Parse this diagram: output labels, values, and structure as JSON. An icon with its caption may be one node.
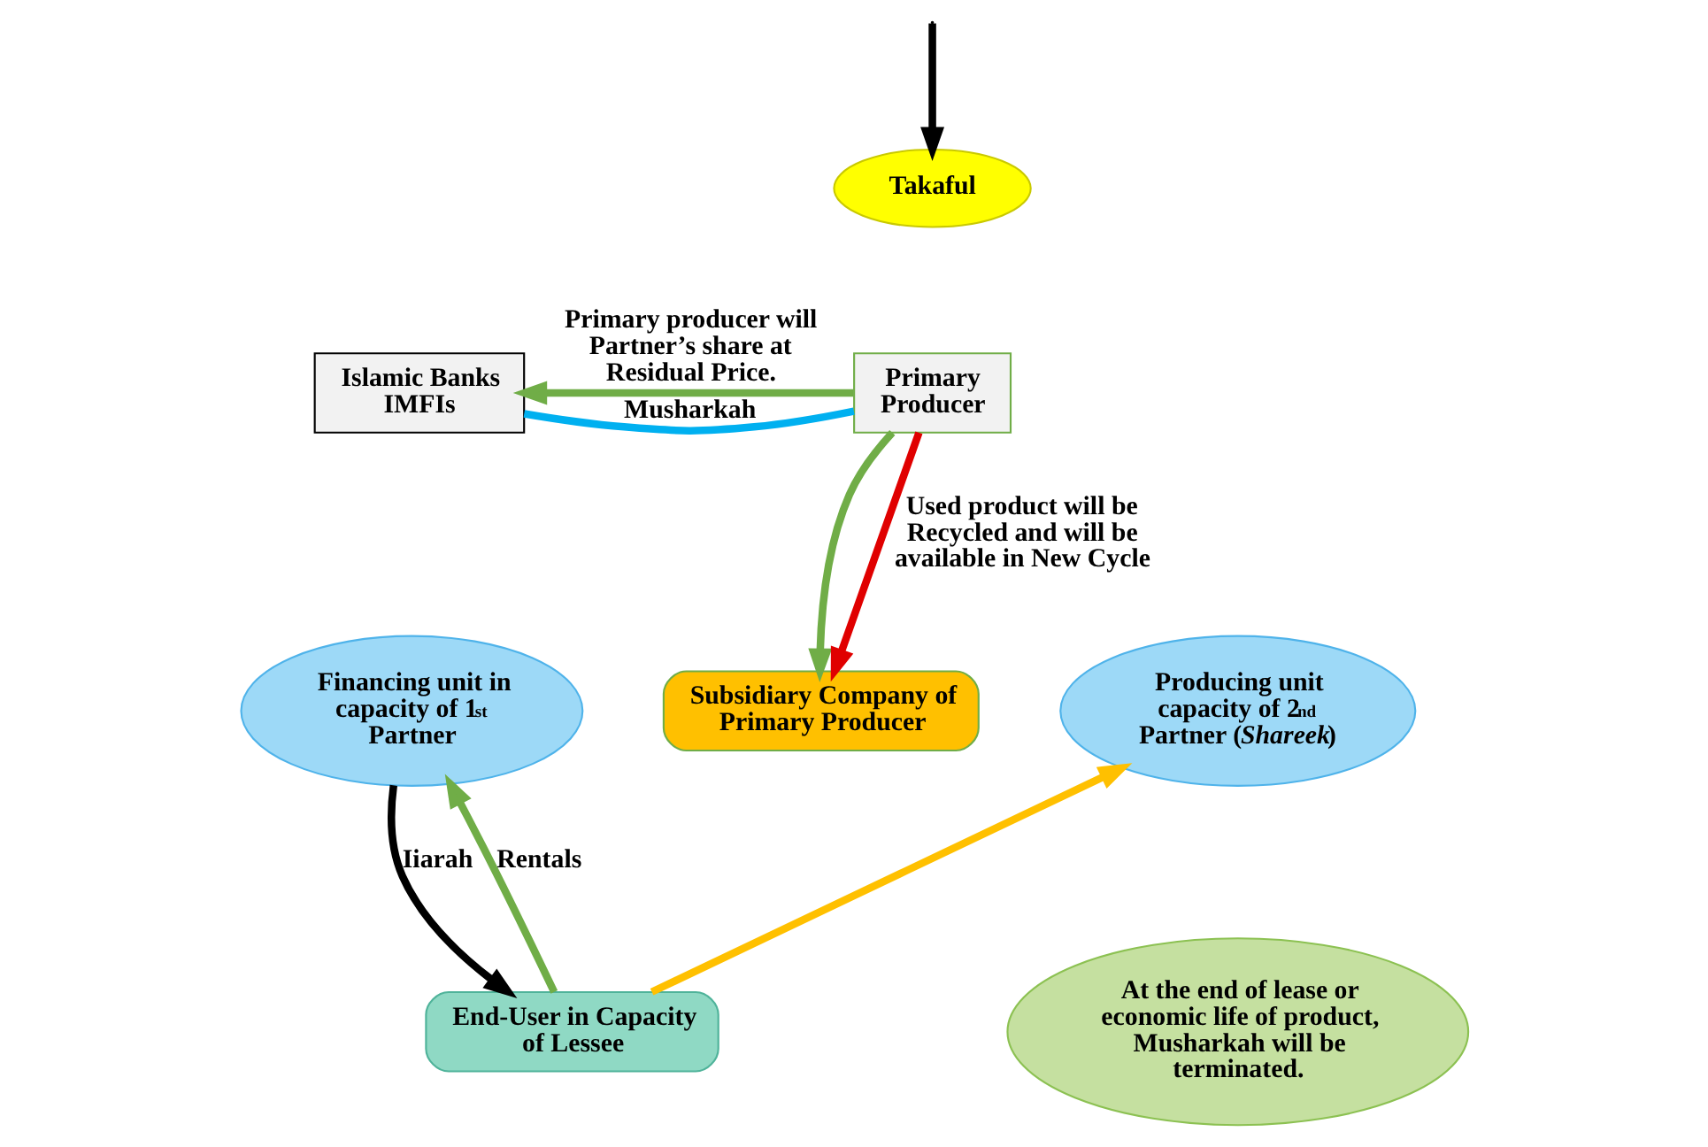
{
  "diagram": {
    "nodes": [
      {
        "text": [
          "Islamic Banks",
          "IMFIs"
        ]
      },
      {
        "text": [
          "Primary Producer"
        ]
      },
      {
        "text": [
          "Takaful"
        ]
      },
      {
        "text": [
          "Subsidiary Company of Primary Producer"
        ]
      },
      {
        "text": [
          "Financing unit in capacity of 1$^{st}$ Partner"
        ]
      },
      {
        "text": [
          "Producing unit capacity of 2$^{nd}$ Partner (*Shareek*)"
        ]
      },
      {
        "text": [
          "End-User in Capacity of Lessee"
        ]
      },
      {
        "text": [
          "At the end of lease or economic life of product, Musharkah will be terminated."
        ]
      }
    ],
    "edges": [
      {
        "from": 0,
        "to": 1,
        "arrow": "none",
        "label": "Musharkah",
        "color": "#00b0f0"
      },
      {
        "from": null,
        "to": 2,
        "arrow": "to",
        "color": "#000000"
      },
      {
        "from": 1,
        "to": 0,
        "arrow": "to",
        "label": "Primary producer will Partner’s share at Residual Price."
      },
      {
        "from": 1,
        "to": 3,
        "arrow": "to"
      },
      {
        "from": 1,
        "to": 3,
        "arrow": "to",
        "label": "Used product will be Recycled and will be available in New Cycle",
        "color": "#e00000"
      },
      {
        "from": 4,
        "to": 6,
        "arrow": "to",
        "label": "Iiarah",
        "color": "#000000"
      },
      {
        "from": 6,
        "to": 4,
        "arrow": "to",
        "label": "Rentals"
      },
      {
        "from": 6,
        "to": 5,
        "arrow": "to",
        "color": "#ffc000"
      }
    ]
  }
}
